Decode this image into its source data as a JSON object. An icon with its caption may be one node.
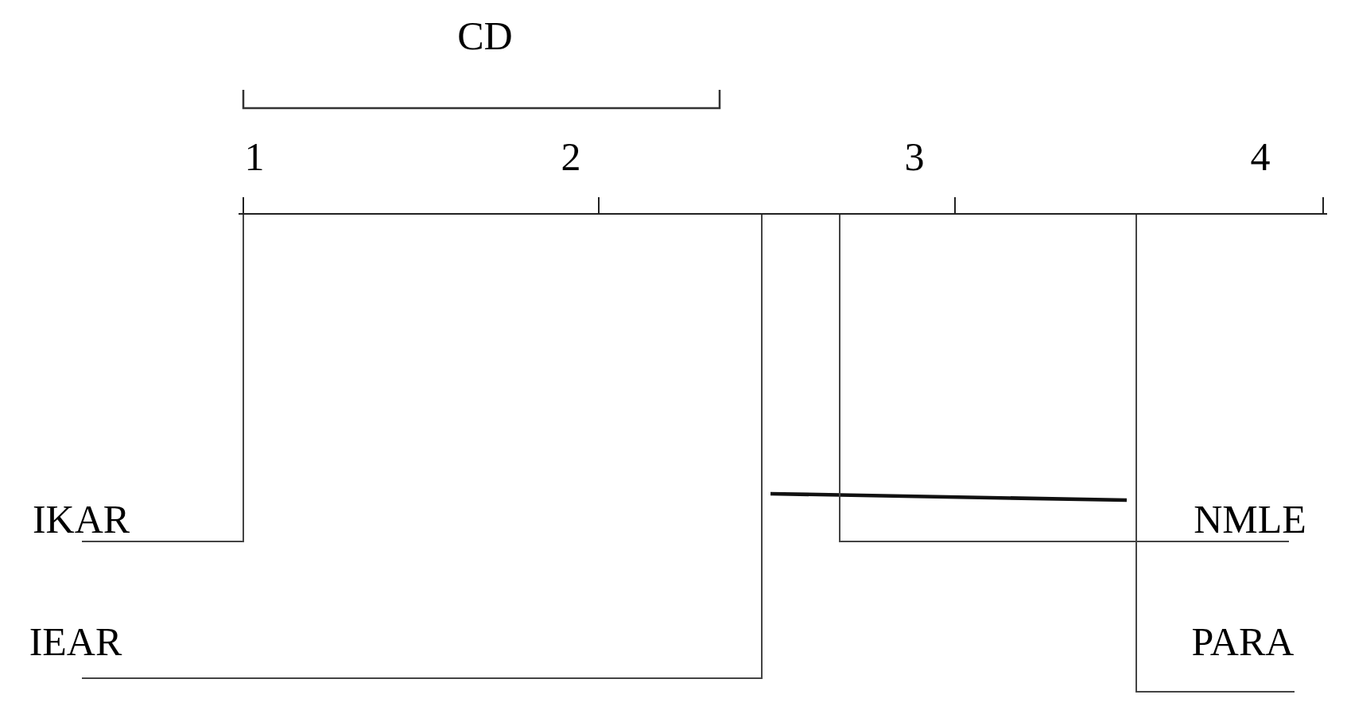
{
  "diagram": {
    "nodes": [
      {
        "text": [
          "IKAR"
        ]
      },
      {
        "text": [
          "IEAR"
        ]
      },
      {
        "text": [
          "NMLE"
        ]
      },
      {
        "text": [
          "PARA"
        ]
      },
      {
        "text": [],
        "shape": "line"
      }
    ],
    "edges": [
      {
        "from": 0,
        "to": 4,
        "arrow": "none"
      },
      {
        "from": 1,
        "to": 4,
        "arrow": "none"
      },
      {
        "from": 2,
        "to": 4,
        "arrow": "none"
      },
      {
        "from": 3,
        "to": 4,
        "arrow": "none"
      }
    ],
    "labels": [
      "CD",
      "1",
      "2",
      "3",
      "4"
    ]
  }
}
